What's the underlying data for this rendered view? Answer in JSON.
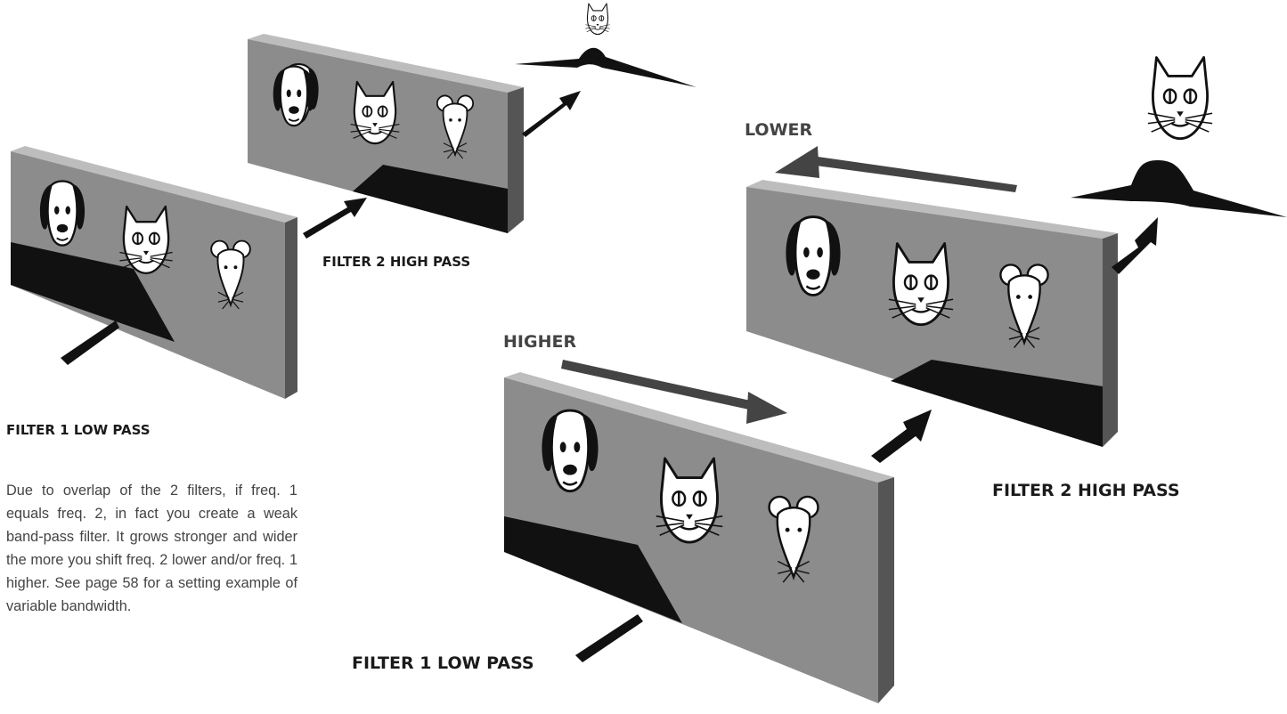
{
  "labels": {
    "left_filter_2": "FILTER 2 HIGH PASS",
    "left_filter_1": "FILTER 1 LOW PASS",
    "right_filter_2": "FILTER 2 HIGH PASS",
    "right_filter_1": "FILTER 1 LOW PASS",
    "lower": "LOWER",
    "higher": "HIGHER"
  },
  "caption": "Due to overlap of the 2 filters, if freq. 1 equals freq. 2, in fact you create a weak band-pass filter. It grows stronger and wider the more you shift freq. 2 lower and/or freq. 1 higher. See page 58 for a setting example of variable bandwidth.",
  "colors": {
    "panel_face": "#8c8c8c",
    "panel_top": "#bdbdbd",
    "panel_side": "#555555",
    "black": "#111111"
  },
  "icons": [
    "dog-icon",
    "cat-icon",
    "mouse-icon"
  ]
}
